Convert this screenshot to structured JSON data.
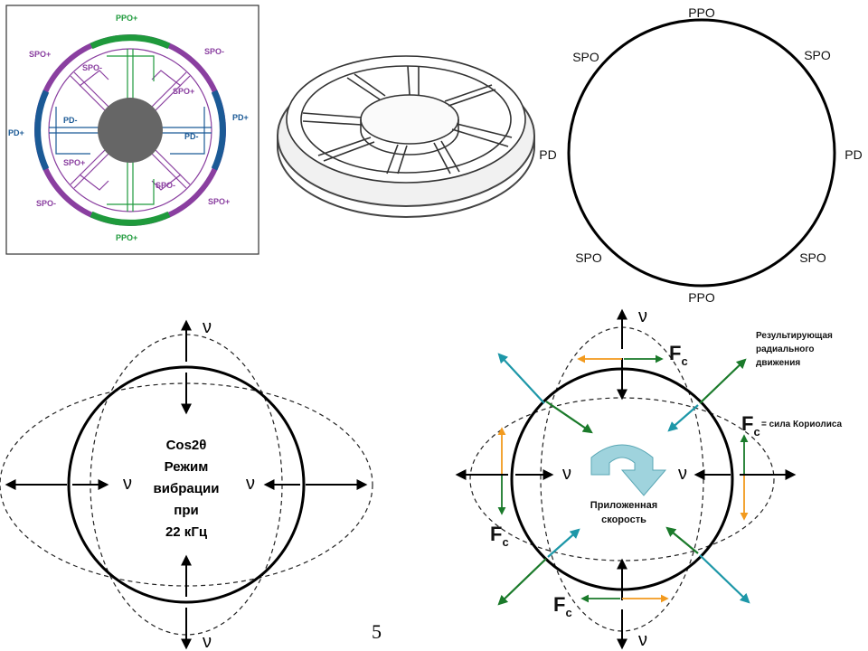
{
  "panel_layout": {
    "labels": {
      "ppo_top": "PPO+",
      "ppo_bottom": "PPO+",
      "spo_plus_tl": "SPO+",
      "spo_minus_tl_in": "SPO-",
      "spo_minus_tr": "SPO-",
      "spo_plus_tr_in": "SPO+",
      "pd_plus_left": "PD+",
      "pd_minus_left_in": "PD-",
      "pd_plus_right": "PD+",
      "pd_minus_right_in": "PD-",
      "spo_plus_bl_in": "SPO+",
      "spo_minus_bl": "SPO-",
      "spo_minus_br_in": "SPO-",
      "spo_plus_br": "SPO+"
    },
    "colors": {
      "ppo": "#1f9a3c",
      "spo": "#8a3fa0",
      "pd": "#1b5a96",
      "hub": "#666666"
    }
  },
  "panel_circle": {
    "labels": {
      "top": "PPO",
      "bottom": "PPO",
      "top_left": "SPO",
      "top_right": "SPO",
      "bottom_left": "SPO",
      "bottom_right": "SPO",
      "left": "PD",
      "right": "PD"
    }
  },
  "panel_mode": {
    "nu_top": "ν",
    "nu_bottom": "ν",
    "nu_left": "ν",
    "nu_right": "ν",
    "caption_lines": [
      "Cos2θ",
      "Режим",
      "вибрации",
      "при",
      "22 кГц"
    ]
  },
  "panel_coriolis": {
    "nu_top": "ν",
    "nu_bottom": "ν",
    "nu_left": "ν",
    "nu_right": "ν",
    "fc_main": "F",
    "fc_sub": "c",
    "coriolis_suffix": "= сила Кориолиса",
    "resultant_lines": [
      "Результирующая",
      "радиального",
      "движения"
    ],
    "applied_lines": [
      "Приложенная",
      "скорость"
    ],
    "colors": {
      "green": "#1a7a2a",
      "orange": "#f29a1e",
      "teal": "#1d97a8",
      "rotation": "#9fd3dd"
    }
  },
  "page_number": "5"
}
